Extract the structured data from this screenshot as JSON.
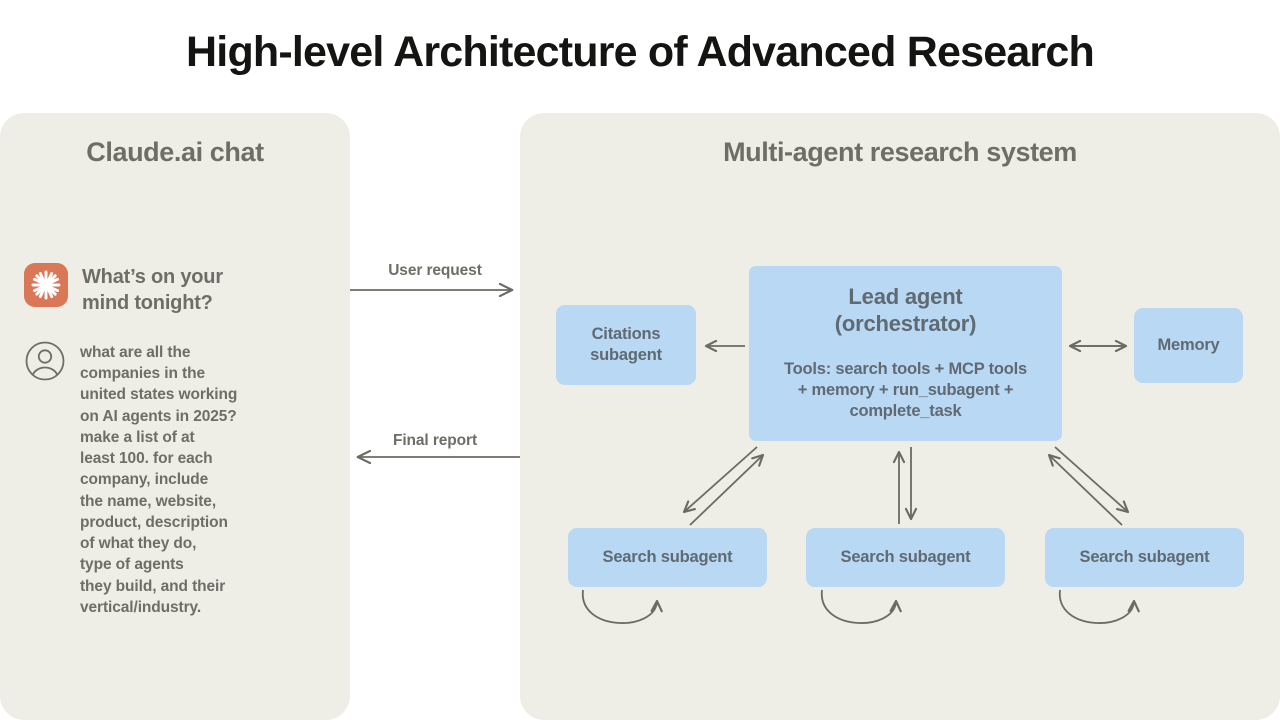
{
  "title": "High-level Architecture of Advanced Research",
  "colors": {
    "page_background": "#ffffff",
    "panel_background": "#eeede6",
    "node_blue": "#b9d8f4",
    "claude_orange": "#d97757",
    "text_gray": "#6e6e66",
    "node_text": "#5f6a72",
    "connector": "#6b6b63",
    "title_black": "#141413"
  },
  "left_panel": {
    "heading": "Claude.ai chat",
    "greeting": "What’s on your\nmind tonight?",
    "logo_icon": "claude-starburst-icon",
    "avatar_icon": "user-avatar-icon",
    "user_message": "what are all the\ncompanies in the\nunited states working\non AI agents in 2025?\nmake a list of at\nleast 100. for each\ncompany, include\nthe name, website,\nproduct, description\nof what they do,\ntype of agents\nthey build, and their\nvertical/industry."
  },
  "flows": {
    "user_request": "User request",
    "final_report": "Final report"
  },
  "right_panel": {
    "heading": "Multi-agent research system",
    "lead_agent": {
      "title": "Lead agent\n(orchestrator)",
      "tools": "Tools: search tools + MCP tools\n+ memory + run_subagent +\ncomplete_task"
    },
    "citations": {
      "label": "Citations\nsubagent"
    },
    "memory": {
      "label": "Memory"
    },
    "search_subagents": [
      {
        "label": "Search subagent"
      },
      {
        "label": "Search subagent"
      },
      {
        "label": "Search subagent"
      }
    ]
  }
}
